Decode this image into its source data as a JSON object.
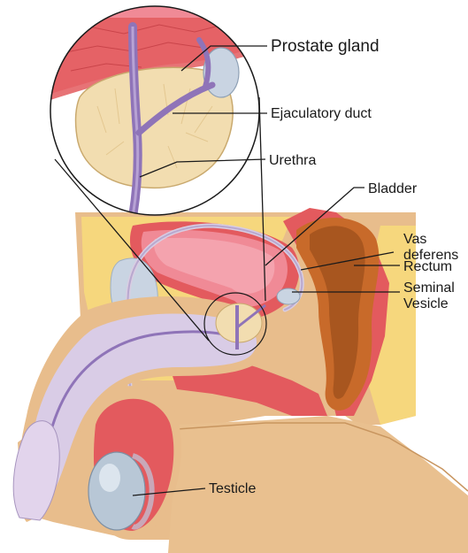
{
  "labels": {
    "prostate_gland": "Prostate gland",
    "ejaculatory_duct": "Ejaculatory duct",
    "urethra": "Urethra",
    "bladder": "Bladder",
    "vas_deferens_line1": "Vas",
    "vas_deferens_line2": "deferens",
    "rectum": "Rectum",
    "seminal_vesicle_line1": "Seminal",
    "seminal_vesicle_line2": "Vesicle",
    "testicle": "Testicle"
  },
  "colors": {
    "skin": "#e8bd8c",
    "skin_dark": "#d9a36e",
    "fat": "#f6d77d",
    "muscle": "#e35a5e",
    "bladder_lining": "#f08a96",
    "prostate": "#f2ddb0",
    "duct": "#8f74b8",
    "penis_tissue": "#d9cce6",
    "rectum": "#a8561f",
    "testicle": "#b8c7d6",
    "seminal_vesicle": "#c9d4e2"
  }
}
